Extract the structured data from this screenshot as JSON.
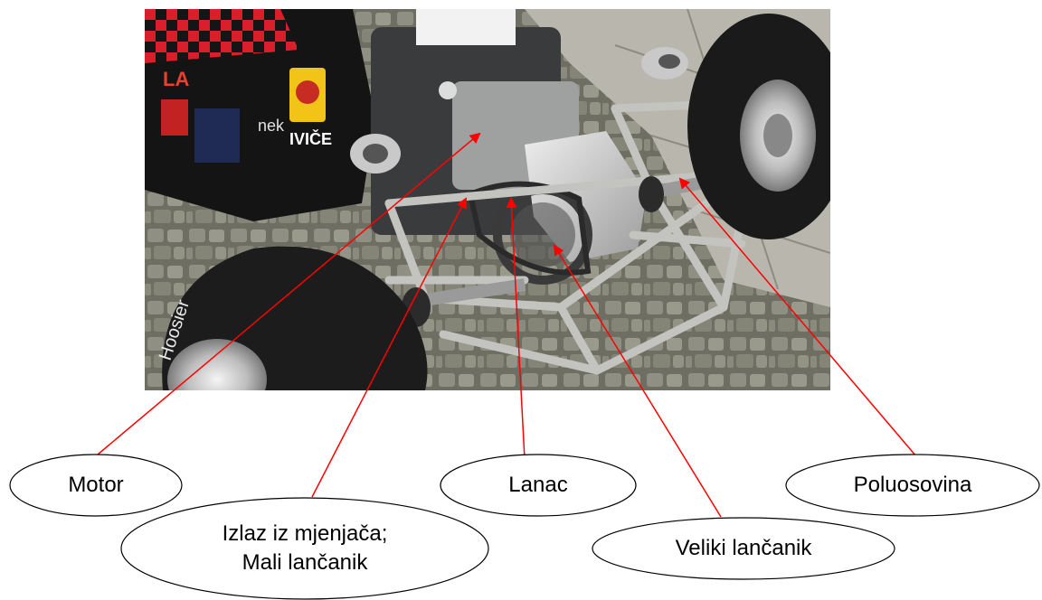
{
  "labels": {
    "motor": "Motor",
    "gearbox_line1": "Izlaz iz mjenjača;",
    "gearbox_line2": "Mali lančanik",
    "chain": "Lanac",
    "big_sprocket": "Veliki lančanik",
    "half_shaft": "Poluosovina"
  },
  "colors": {
    "leader": "#ff0000",
    "outline": "#000000"
  },
  "photo_text": {
    "sponsor_1": "LA",
    "sponsor_2": "nek",
    "sponsor_3": "IVIČE",
    "tire_text": "Hoosier"
  }
}
